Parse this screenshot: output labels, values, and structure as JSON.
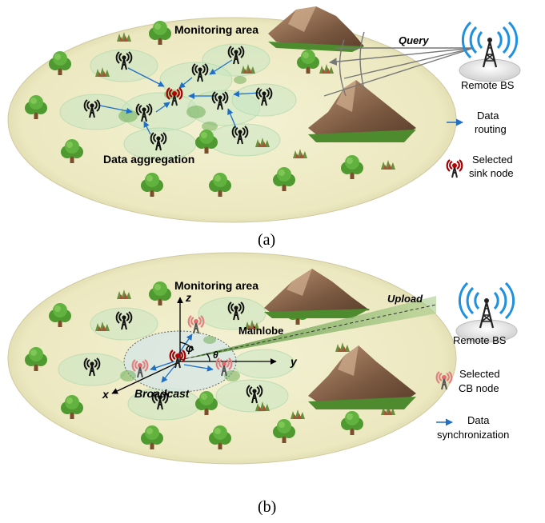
{
  "panel_a": {
    "caption": "(a)",
    "monitoring_area": "Monitoring area",
    "query": "Query",
    "remote_bs": "Remote BS",
    "data_aggregation": "Data aggregation",
    "legend": {
      "routing_line1": "Data",
      "routing_line2": "routing",
      "sink_line1": "Selected",
      "sink_line2": "sink node"
    }
  },
  "panel_b": {
    "caption": "(b)",
    "monitoring_area": "Monitoring area",
    "upload": "Upload",
    "remote_bs": "Remote BS",
    "mainlobe": "Mainlobe",
    "broadcast": "Broadcast",
    "axis_z": "z",
    "axis_y": "y",
    "axis_x": "x",
    "phi": "φ",
    "theta": "θ",
    "legend": {
      "cb_line1": "Selected",
      "cb_line2": "CB node",
      "sync_line1": "Data",
      "sync_line2": "synchronization"
    }
  },
  "colors": {
    "ground": "#EEEBC6",
    "coverage": "#C8E6C0",
    "arrow": "#1E6FC5",
    "sink": "#B00000",
    "cb_node": "#E89090",
    "mountain": "#8B6A52",
    "tree": "#58A83A",
    "lobe": "#6FA04A",
    "signal": "#1E90E0"
  }
}
